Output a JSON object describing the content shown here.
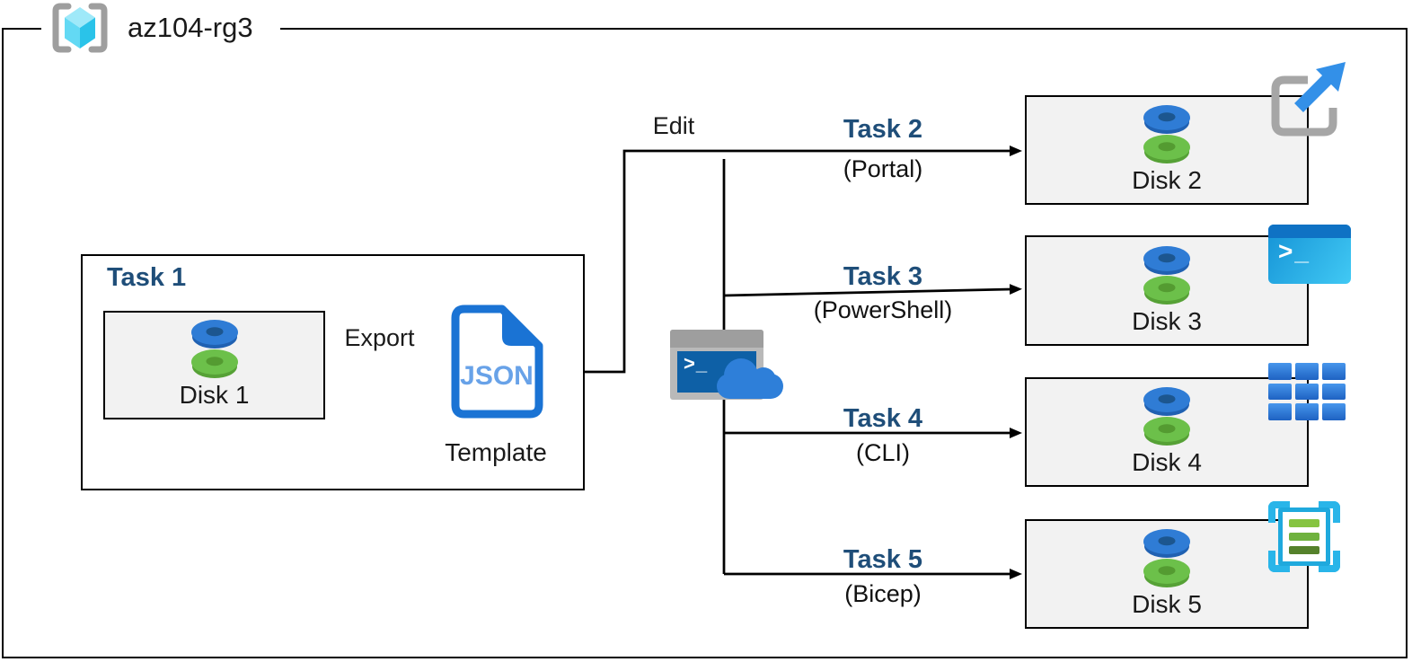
{
  "header": {
    "title": "az104-rg3"
  },
  "task1": {
    "label": "Task 1",
    "disk_label": "Disk 1",
    "export_label": "Export",
    "json_label": "JSON",
    "template_label": "Template"
  },
  "edit_label": "Edit",
  "cloud_shell": {
    "prompt": ">_"
  },
  "branches": [
    {
      "task_label": "Task 2",
      "method_label": "(Portal)",
      "disk_label": "Disk 2"
    },
    {
      "task_label": "Task 3",
      "method_label": "(PowerShell)",
      "disk_label": "Disk 3",
      "prompt": ">_"
    },
    {
      "task_label": "Task 4",
      "method_label": "(CLI)",
      "disk_label": "Disk 4"
    },
    {
      "task_label": "Task 5",
      "method_label": "(Bicep)",
      "disk_label": "Disk 5"
    }
  ],
  "colors": {
    "task_label_blue": "#1F4E79",
    "box_fill": "#F2F2F2",
    "outline": "#000000",
    "disk_blue": "#2F7CD5",
    "disk_green": "#6CC04A",
    "json_doc_blue": "#1A73D4",
    "json_text_blue": "#68A2E8",
    "powershell_titlebar_blue": "#0F72C4",
    "cyan_accent": "#29B5E9",
    "arrow_blue": "#3390E8"
  }
}
